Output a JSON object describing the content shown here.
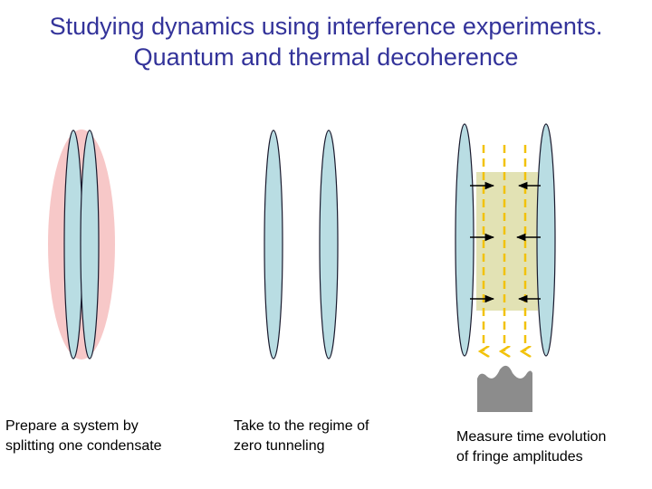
{
  "title": {
    "line1": "Studying dynamics using interference experiments.",
    "line2": "Quantum and thermal decoherence"
  },
  "panels": [
    {
      "caption_line1": "Prepare a system by",
      "caption_line2": "splitting one condensate"
    },
    {
      "caption_line1": "Take to the regime of",
      "caption_line2": "zero tunneling"
    },
    {
      "caption_line1": "Measure time evolution",
      "caption_line2": "of fringe amplitudes"
    }
  ],
  "colors": {
    "title_text": "#33339a",
    "condensate_fill": "#b9dde3",
    "condensate_outline": "#1a1a2e",
    "pink_cloud": "#f7c8c8",
    "interaction_region": "#e2e2b4",
    "dashed_arrows": "#f2c20a",
    "fringe_detector": "#8c8c8c"
  }
}
